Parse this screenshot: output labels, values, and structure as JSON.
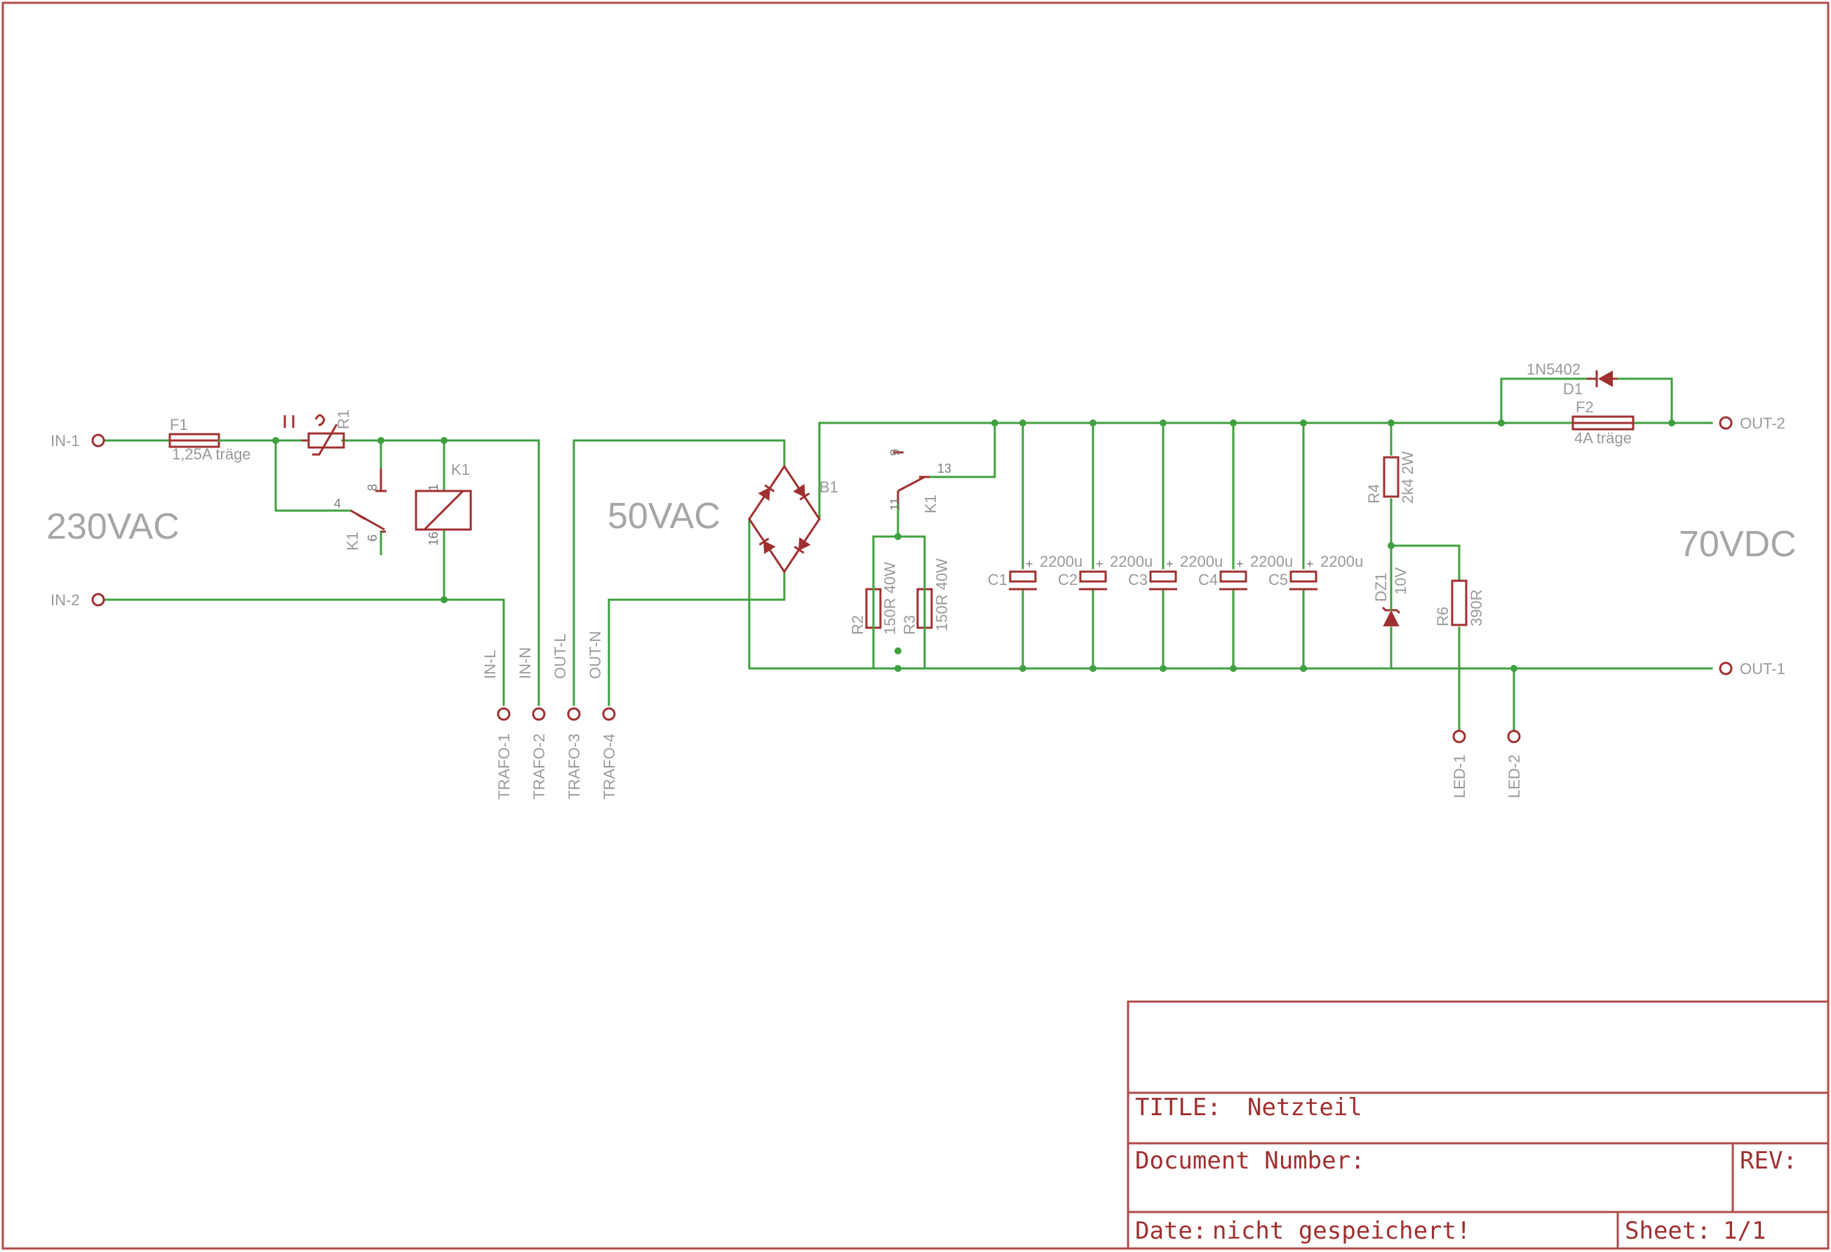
{
  "voltages": {
    "input": "230VAC",
    "trafo": "50VAC",
    "output": "70VDC"
  },
  "connectors": {
    "in1": "IN-1",
    "in2": "IN-2",
    "out1": "OUT-1",
    "out2": "OUT-2",
    "trafo1": "TRAFO-1",
    "trafo2": "TRAFO-2",
    "trafo3": "TRAFO-3",
    "trafo4": "TRAFO-4",
    "led1": "LED-1",
    "led2": "LED-2"
  },
  "nets": {
    "in_l": "IN-L",
    "in_n": "IN-N",
    "out_l": "OUT-L",
    "out_n": "OUT-N"
  },
  "parts": {
    "f1": {
      "name": "F1",
      "value": "1,25A träge"
    },
    "f2": {
      "name": "F2",
      "value": "4A träge"
    },
    "r1": {
      "name": "R1"
    },
    "k1": {
      "name": "K1",
      "pins": [
        "1",
        "16",
        "4",
        "6",
        "8",
        "9",
        "11",
        "13"
      ]
    },
    "b1": {
      "name": "B1"
    },
    "r2": {
      "name": "R2",
      "value": "150R 40W"
    },
    "r3": {
      "name": "R3",
      "value": "150R 40W"
    },
    "capacitors": [
      {
        "name": "C1",
        "value": "2200u"
      },
      {
        "name": "C2",
        "value": "2200u"
      },
      {
        "name": "C3",
        "value": "2200u"
      },
      {
        "name": "C4",
        "value": "2200u"
      },
      {
        "name": "C5",
        "value": "2200u"
      }
    ],
    "r4": {
      "name": "R4",
      "value": "2k4 2W"
    },
    "dz1": {
      "name": "DZ1",
      "value": "10V"
    },
    "r6": {
      "name": "R6",
      "value": "390R"
    },
    "d1": {
      "name": "D1",
      "value": "1N5402"
    }
  },
  "title_block": {
    "title_label": "TITLE:",
    "title_value": "Netzteil",
    "document_label": "Document Number:",
    "rev_label": "REV:",
    "date_label": "Date:",
    "date_value": "nicht gespeichert!",
    "sheet_label": "Sheet:",
    "sheet_value": "1/1"
  },
  "colors": {
    "frame": "#b04a4a",
    "wire": "#3fa03f",
    "symbol": "#a03030",
    "label": "#9a9a9a"
  }
}
